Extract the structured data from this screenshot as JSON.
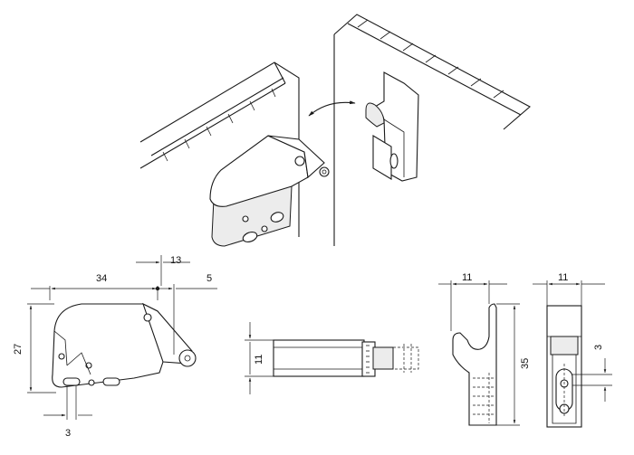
{
  "dimensions": {
    "side_width": "34",
    "side_offset": "13",
    "side_gap": "5",
    "side_height": "27",
    "side_hole": "3",
    "top_width": "11",
    "hook_width": "11",
    "hook_height": "35",
    "hook_front_width": "11",
    "hook_slot": "3"
  }
}
